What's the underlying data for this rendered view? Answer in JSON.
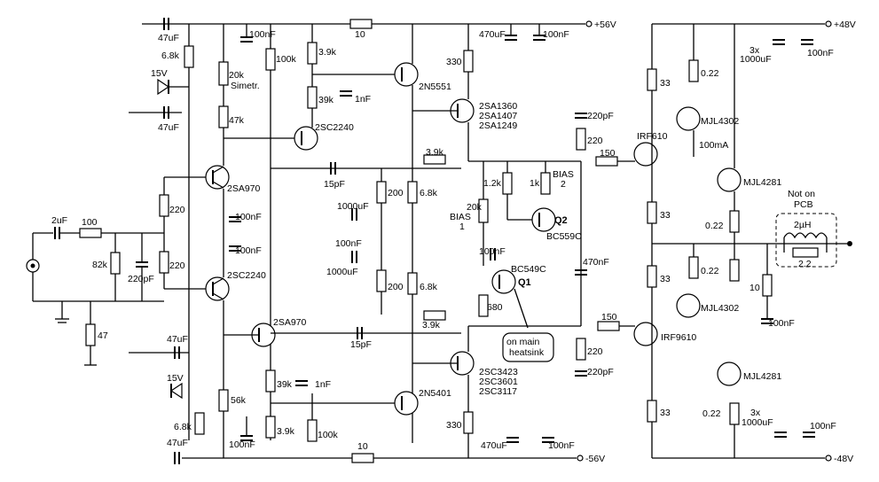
{
  "rails": {
    "pos_driver": "+56V",
    "neg_driver": "-56V",
    "pos_output": "+48V",
    "neg_output": "-48V"
  },
  "input_stage": {
    "cap_in": "2uF",
    "r_series": "100",
    "r_bias": "82k",
    "cap_filter": "220pF",
    "r_ground": "47",
    "r_emitter_top": "220",
    "r_emitter_bot": "220",
    "q_top": "2SA970",
    "q_bot": "2SC2240",
    "cap_dec_a": "100nF",
    "cap_dec_b": "100nF"
  },
  "upper_supply": {
    "cap_a": "47uF",
    "cap_b": "47uF",
    "r_feed": "6.8k",
    "zener": "15V",
    "trimmer": "20k",
    "trimmer_label": "Simetr.",
    "r_47k": "47k",
    "cap_100nf": "100nF",
    "r_100k": "100k",
    "r_39k_top": "3.9k",
    "r_39k": "39k",
    "cap_1nf": "1nF",
    "q_vas_src": "2SC2240",
    "q_cas": "2N5551",
    "r_top_series": "10"
  },
  "lower_supply": {
    "cap_a": "47uF",
    "cap_b": "47uF",
    "r_feed": "6.8k",
    "zener": "15V",
    "r_56k": "56k",
    "cap_100nf": "100nF",
    "r_39k": "39k",
    "r_39k_bot": "3.9k",
    "cap_1nf": "1nF",
    "r_100k": "100k",
    "q_vas_src": "2SA970",
    "q_cas": "2N5401",
    "r_bot_series": "10"
  },
  "feedback": {
    "cap_15pf_top": "15pF",
    "cap_15pf_bot": "15pF",
    "r_200_top": "200",
    "r_200_bot": "200",
    "r_68k_top": "6.8k",
    "r_68k_bot": "6.8k",
    "cap_1000_top": "1000uF",
    "cap_1000_bot": "1000uF",
    "cap_100nf": "100nF",
    "r_39k_top": "3.9k",
    "r_39k_bot": "3.9k"
  },
  "vas": {
    "r_330_top": "330",
    "r_330_bot": "330",
    "q_top_lines": [
      "2SA1360",
      "2SA1407",
      "2SA1249"
    ],
    "q_bot_lines": [
      "2SC3423",
      "2SC3601",
      "2SC3117"
    ],
    "cap_470_top": "470uF",
    "cap_470_bot": "470uF",
    "cap_100_top": "100nF",
    "cap_100_bot": "100nF"
  },
  "bias": {
    "r_12k": "1.2k",
    "r_1k": "1k",
    "bias2": [
      "BIAS",
      "2"
    ],
    "trimmer": "20k",
    "bias1": [
      "BIAS",
      "1"
    ],
    "q2": "Q2",
    "q2_type": "BC559C",
    "q1": "Q1",
    "q1_type": "BC549C",
    "cap_100nf": "100nF",
    "r_680": "680",
    "heatsink_note": [
      "on main",
      "heatsink"
    ],
    "cap_470nf": "470nF"
  },
  "drivers": {
    "cap_220p_top": "220pF",
    "cap_220p_bot": "220pF",
    "r_220_top": "220",
    "r_220_bot": "220",
    "r_150_top": "150",
    "r_150_bot": "150",
    "mos_top": "IRF610",
    "mos_bot": "IRF9610"
  },
  "output": {
    "r_33": [
      "33",
      "33",
      "33",
      "33"
    ],
    "r_022": [
      "0.22",
      "0.22",
      "0.22",
      "0.22"
    ],
    "q_driver_top": "MJL4302",
    "q_driver_bot": "MJL4302",
    "q_out_top": "MJL4281",
    "q_out_bot": "MJL4281",
    "current": "100mA",
    "cap_bank_top": [
      "3x",
      "1000uF"
    ],
    "cap_bank_bot": [
      "3x",
      "1000uF"
    ],
    "cap_100nf_top": "100nF",
    "cap_100nf_bot": "100nF",
    "zobel_r": "10",
    "zobel_c": "100nF",
    "not_on_pcb": [
      "Not on",
      "PCB"
    ],
    "coil": "2µH",
    "coil_r": "2.2"
  }
}
